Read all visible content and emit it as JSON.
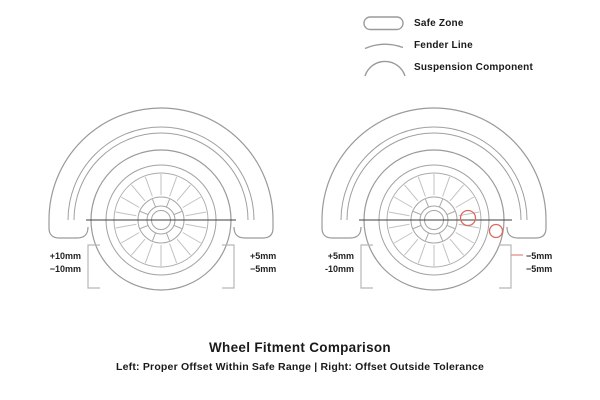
{
  "legend": {
    "items": [
      {
        "icon": "safe-zone-pill-icon",
        "label": "Safe Zone"
      },
      {
        "icon": "fender-line-arc-icon",
        "label": "Fender Line"
      },
      {
        "icon": "suspension-arc-icon",
        "label": "Suspension Component"
      }
    ]
  },
  "diagrams": {
    "left": {
      "left_bracket": {
        "top": "+10mm",
        "bottom": "−10mm"
      },
      "right_bracket": {
        "top": "+5mm",
        "bottom": "−5mm"
      }
    },
    "right": {
      "left_bracket": {
        "top": "+5mm",
        "bottom": "-10mm"
      },
      "right_bracket": {
        "top": "−5mm",
        "bottom": "−5mm"
      }
    }
  },
  "footer": {
    "title": "Wheel Fitment Comparison",
    "subtitle": "Left: Proper Offset Within Safe Range | Right: Offset Outside Tolerance"
  },
  "colors": {
    "line_gray": "#9a9a9a",
    "dark_line": "#3f3f3f",
    "alert_red": "#d96a60",
    "text": "#1a1a1a"
  }
}
